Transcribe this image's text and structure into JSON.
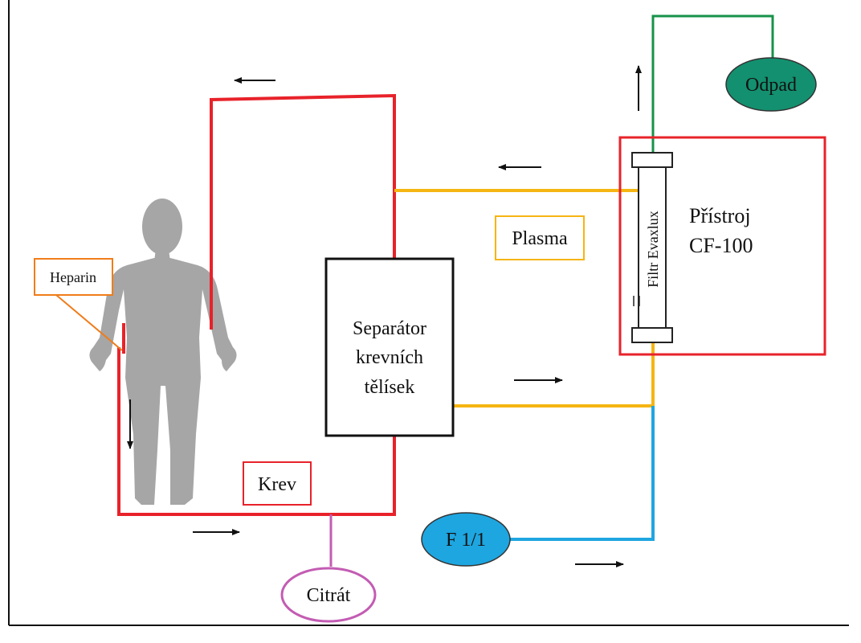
{
  "labels": {
    "heparin": "Heparin",
    "separator_line1": "Separátor",
    "separator_line2": "krevních",
    "separator_line3": "tělísek",
    "plasma": "Plasma",
    "krev": "Krev",
    "citrat": "Citrát",
    "f11": "F 1/1",
    "odpad": "Odpad",
    "pristroj_line1": "Přístroj",
    "pristroj_line2": "CF-100",
    "filter": "Filtr Evaxlux"
  },
  "colors": {
    "blood": "#e8222a",
    "plasma": "#f5b512",
    "waste": "#17924a",
    "substitution": "#1ea6e0",
    "citrate": "#c35cb3",
    "heparin": "#f07c1a",
    "odpad_fill": "#13906f",
    "f11_fill": "#1ea6e0",
    "body": "#a6a6a6"
  }
}
